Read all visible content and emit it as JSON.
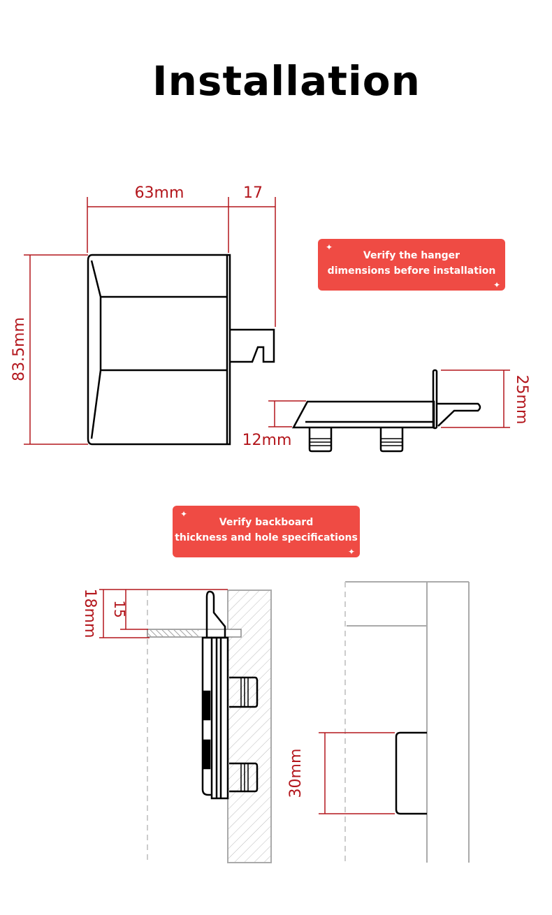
{
  "title": "Installation",
  "badges": {
    "hanger": {
      "line1": "Verify the hanger",
      "line2": "dimensions before installation"
    },
    "backboard": {
      "line1": "Verify backboard",
      "line2": "thickness and hole specifications"
    }
  },
  "dimensions": {
    "width": "63mm",
    "hook_depth": "17",
    "height": "83.5mm",
    "side_height": "12mm",
    "side_total": "25mm",
    "board_total": "18mm",
    "board_thickness": "15",
    "hole_spacing": "30mm"
  },
  "colors": {
    "accent": "#ef4b44",
    "dimension": "#b3161c",
    "outline": "#000000",
    "wall": "#aaaaaa"
  }
}
